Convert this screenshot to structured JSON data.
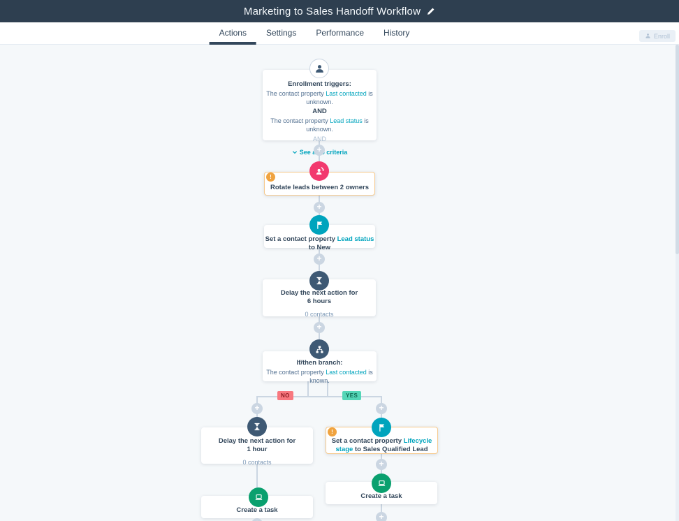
{
  "header": {
    "title": "Marketing to Sales Handoff Workflow"
  },
  "nav": {
    "tabs": [
      {
        "label": "Actions",
        "active": true
      },
      {
        "label": "Settings",
        "active": false
      },
      {
        "label": "Performance",
        "active": false
      },
      {
        "label": "History",
        "active": false
      }
    ],
    "enroll": "Enroll"
  },
  "flow": {
    "trigger": {
      "title": "Enrollment triggers:",
      "crit1_prefix": "The contact property ",
      "crit1_link": "Last contacted",
      "crit1_suffix": " is unknown.",
      "and1": "AND",
      "crit2_prefix": "The contact property ",
      "crit2_link": "Lead status",
      "crit2_suffix": " is unknown.",
      "and2": "AND",
      "see_all": "See all 4 criteria"
    },
    "rotate": {
      "label": "Rotate leads between 2 owners"
    },
    "set_lead": {
      "prefix": "Set a contact property ",
      "property": "Lead status",
      "suffix": " to New"
    },
    "delay6": {
      "line1": "Delay the next action for",
      "line2": "6 hours",
      "contacts": "0 contacts"
    },
    "ifthen": {
      "title": "If/then branch:",
      "prefix": "The contact property ",
      "property": "Last contacted",
      "suffix": " is known."
    },
    "branch": {
      "no": "NO",
      "yes": "YES"
    },
    "delay1": {
      "line1": "Delay the next action for",
      "line2": "1 hour",
      "contacts": "0 contacts"
    },
    "set_lifecycle": {
      "prefix": "Set a contact property ",
      "property": "Lifecycle stage",
      "suffix": " to Sales Qualified Lead"
    },
    "task_left": {
      "label": "Create a task"
    },
    "task_right": {
      "label": "Create a task"
    }
  },
  "colors": {
    "header_bg": "#2e3f50",
    "canvas_bg": "#f5f8fa",
    "accent_teal": "#00a4bd",
    "icon_pink": "#f2396e",
    "icon_slate": "#3e5974",
    "icon_green": "#0aa06e",
    "warning_badge": "#f0a33f",
    "warning_border": "#f6c98c",
    "branch_no_bg": "#f8787f",
    "branch_yes_bg": "#54d6b7",
    "connector": "#cbd6e2"
  }
}
